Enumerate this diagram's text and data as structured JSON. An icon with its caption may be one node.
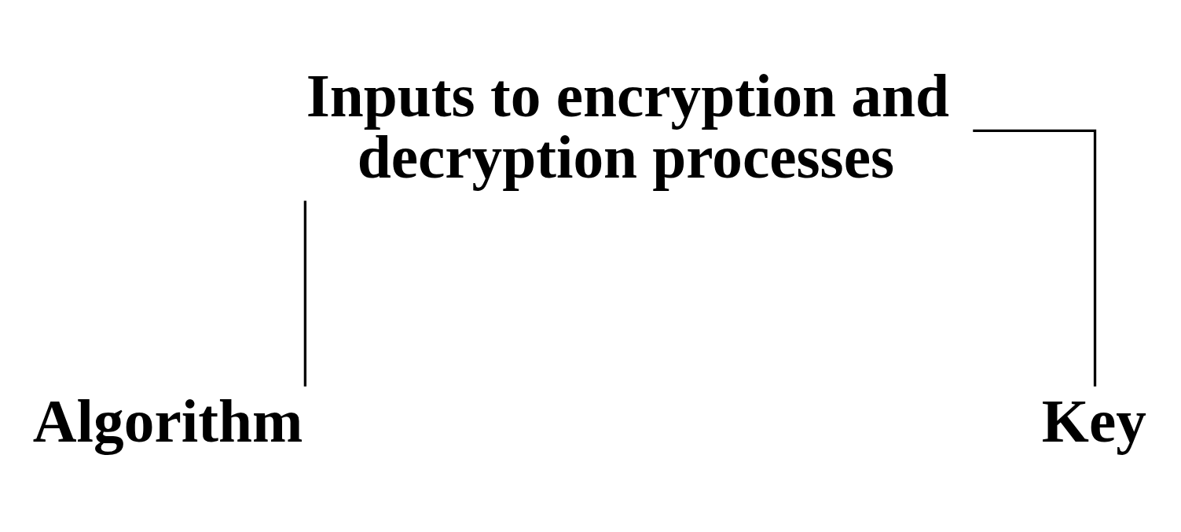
{
  "diagram": {
    "nodes": [
      {
        "text": [
          "Inputs to encryption and decryption processes"
        ]
      },
      {
        "text": [
          "Algorithm"
        ]
      },
      {
        "text": [
          "Key"
        ]
      }
    ],
    "edges": [
      {
        "from": 0,
        "to": 1,
        "arrow": "none"
      },
      {
        "from": 0,
        "to": 2,
        "arrow": "none"
      }
    ]
  }
}
